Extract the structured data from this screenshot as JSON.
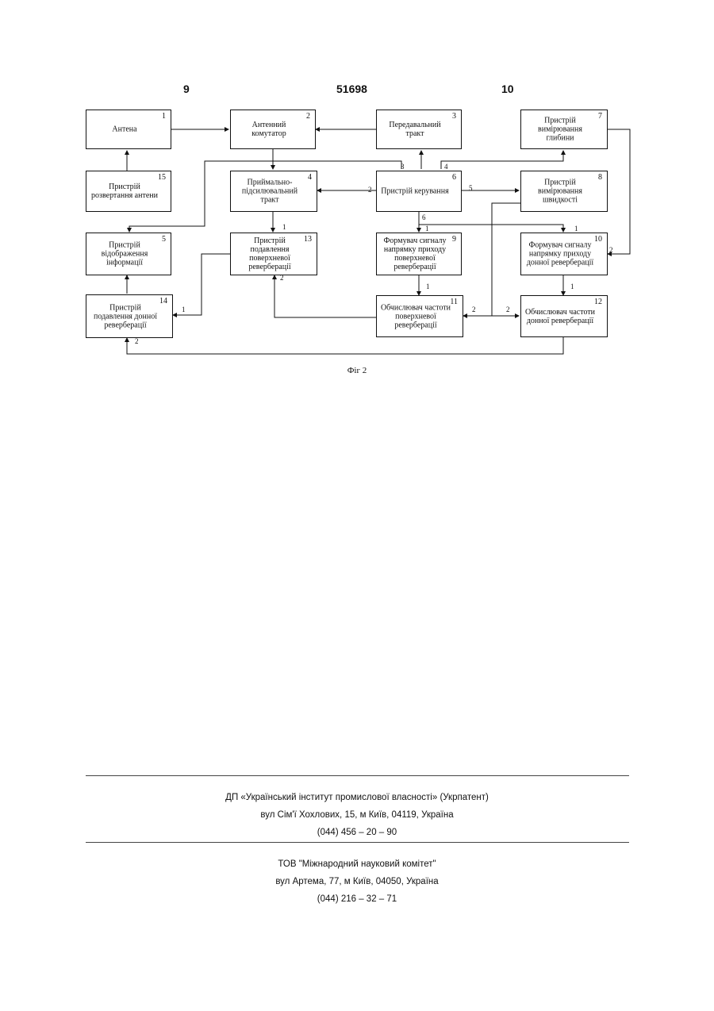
{
  "header": {
    "left_page": "9",
    "patent_number": "51698",
    "right_page": "10"
  },
  "diagram": {
    "blocks": [
      {
        "num": "1",
        "label": "Антена"
      },
      {
        "num": "2",
        "label": "Антенний комутатор"
      },
      {
        "num": "3",
        "label": "Передавальний тракт"
      },
      {
        "num": "4",
        "label": "Приймально- підсилювальний тракт"
      },
      {
        "num": "5",
        "label": "Пристрій відображення інформації"
      },
      {
        "num": "6",
        "label": "Пристрій керування"
      },
      {
        "num": "7",
        "label": "Пристрій вимірювання глибини"
      },
      {
        "num": "8",
        "label": "Пристрій вимірювання швидкості"
      },
      {
        "num": "9",
        "label": "Формувач сигналу напрямку приходу поверхневої реверберації"
      },
      {
        "num": "10",
        "label": "Формувач сигналу напрямку приходу донної реверберації"
      },
      {
        "num": "11",
        "label": "Обчислювач частоти поверхневої реверберації"
      },
      {
        "num": "12",
        "label": "Обчислювач частоти донної реверберації"
      },
      {
        "num": "13",
        "label": "Пристрій подавлення поверхневої реверберації"
      },
      {
        "num": "14",
        "label": "Пристрій подавлення донної реверберації"
      },
      {
        "num": "15",
        "label": "Пристрій розвертання антени"
      }
    ],
    "ports": [
      "1",
      "1",
      "1",
      "1",
      "1",
      "1",
      "2",
      "2",
      "2",
      "2",
      "2",
      "2",
      "3",
      "4",
      "5",
      "6"
    ]
  },
  "figure_caption": "Фіг 2",
  "footer": {
    "org1": {
      "name": "ДП «Український інститут промислової власності» (Укрпатент)",
      "address": "вул Сім'ї Хохлових, 15, м Київ, 04119, Україна",
      "phone": "(044) 456 – 20 – 90"
    },
    "org2": {
      "name": "ТОВ \"Міжнародний науковий комітет\"",
      "address": "вул Артема, 77, м Київ, 04050, Україна",
      "phone": "(044) 216 – 32 – 71"
    }
  }
}
